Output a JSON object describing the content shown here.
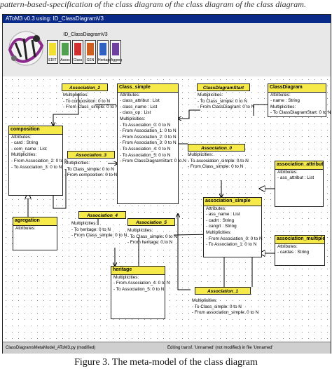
{
  "top_fragment": "pattern-based-specification of the class diagram of the class diagram of the class diagram.",
  "window_title": "AToM3 v0.3 using: ID_ClassDiagramV3",
  "palette_title": "ID_ClassDiagramV3",
  "tools": [
    {
      "label": "EDIT",
      "color": "#f2e030"
    },
    {
      "label": "Assoc",
      "color": "#50a050"
    },
    {
      "label": "Class",
      "color": "#d03030"
    },
    {
      "label": "GEN",
      "color": "#d06020"
    },
    {
      "label": "Heritage",
      "color": "#3060c0"
    },
    {
      "label": "Aggreg",
      "color": "#7040a0"
    }
  ],
  "status_left": "ClassDiagramsMetaModel_AToM3.py (modified)",
  "status_right": "Editing transf. 'Unnamed' (not modified) in file 'Unnamed'",
  "classes": {
    "class_simple": {
      "name": "Class_simple",
      "rows": [
        "Attributes:",
        "- class_attribut : List",
        "- class_name : List",
        "- class_op : List",
        "Multiplicities:",
        "- To Association_0: 0 to N",
        "- From Association_1: 0 to N",
        "- From Association_2: 0 to N",
        "- From Association_3: 0 to N",
        "- To Association_4: 0 to N",
        "- To Association_5: 0 to N",
        "- From ClassDiagramStart: 0 to N"
      ]
    },
    "class_diagram": {
      "name": "ClassDiagram",
      "rows": [
        "Attributes:",
        "- name : String",
        "Multiplicities:",
        "- To ClassDiagramStart: 0 to N"
      ]
    },
    "composition": {
      "name": "composition",
      "rows": [
        "Attributes:",
        "- card : String",
        "- com_name : List",
        "Multiplicities:",
        "- From Association_2: 0 to N",
        "- To Association_3: 0 to N"
      ]
    },
    "association_attribut": {
      "name": "association_attribut",
      "rows": [
        "Attributes:",
        "- ass_attribut : List"
      ]
    },
    "association_simple": {
      "name": "association_simple",
      "rows": [
        "Attributes:",
        "- ass_name : List",
        "- cadrt : String",
        "- cangrt : String",
        "Multiplicities:",
        "- From Association_0: 0 to N",
        "- To Association_1: 0 to N"
      ]
    },
    "agregation": {
      "name": "agregation",
      "rows": [
        "Attributes:"
      ]
    },
    "association_multiple": {
      "name": "association_multiple",
      "rows": [
        "Attributes:",
        "- cardas : String"
      ]
    },
    "heritage": {
      "name": "heritage",
      "rows": [
        "Multiplicities:",
        "- From Association_4: 0 to N",
        "- To Association_5: 0 to N"
      ]
    }
  },
  "associations": {
    "a2": {
      "name": "Association_2",
      "rows": [
        "Multiplicities:",
        "- To composition: 0 to N",
        "- From Class_simple: 0 to N"
      ]
    },
    "cds": {
      "name": "ClassDiagramStart",
      "rows": [
        "Multiplicities:",
        "- To Class_simple: 0 to N",
        "- From ClassDiagram: 0 to N"
      ]
    },
    "a3": {
      "name": "Association_3",
      "rows": [
        "Multiplicities:",
        "- To Class_simple: 0 to N",
        "- From composition: 0 to N"
      ]
    },
    "a0": {
      "name": "Association_0",
      "rows": [
        "Multiplicities:",
        "- To association_simple: 0 to N",
        "- From Class_simple: 0 to N"
      ]
    },
    "a4": {
      "name": "Association_4",
      "rows": [
        "Multiplicities:",
        "- To heritage: 0 to N",
        "- From Class_simple: 0 to N"
      ]
    },
    "a5": {
      "name": "Association_5",
      "rows": [
        "Multiplicities:",
        "- To Class_simple: 0 to N",
        "- From heritage: 0 to N"
      ]
    },
    "a1": {
      "name": "Association_1",
      "rows": [
        "Multiplicities:",
        "- To Class_simple: 0 to N",
        "- From association_simple: 0 to N"
      ]
    }
  },
  "caption": "Figure 3.    The meta-model of the class diagram"
}
